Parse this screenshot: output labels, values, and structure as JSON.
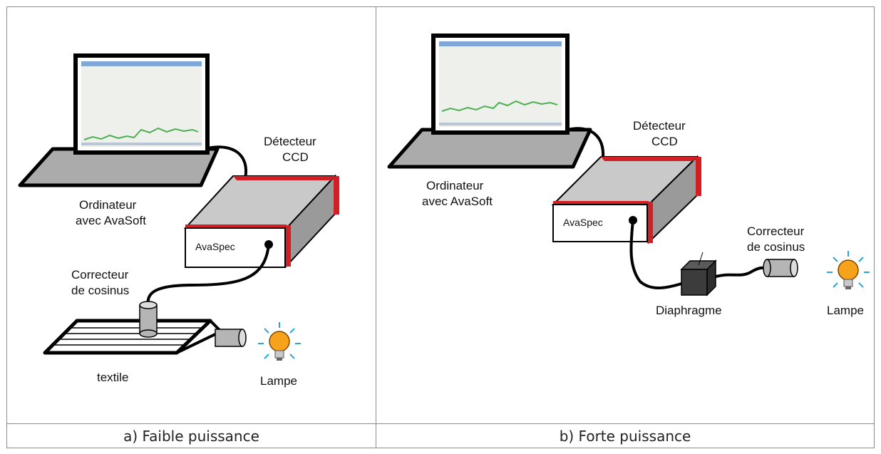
{
  "panels": {
    "a": {
      "caption": "a) Faible puissance",
      "labels": {
        "computer_line1": "Ordinateur",
        "computer_line2": "avec AvaSoft",
        "detector_line1": "Détecteur",
        "detector_line2": "CCD",
        "spectrometer": "AvaSpec",
        "corrector_line1": "Correcteur",
        "corrector_line2": "de cosinus",
        "sample": "textile",
        "lamp": "Lampe"
      }
    },
    "b": {
      "caption": "b) Forte puissance",
      "labels": {
        "computer_line1": "Ordinateur",
        "computer_line2": "avec AvaSoft",
        "detector_line1": "Détecteur",
        "detector_line2": "CCD",
        "spectrometer": "AvaSpec",
        "corrector_line1": "Correcteur",
        "corrector_line2": "de cosinus",
        "diaphragm": "Diaphragme",
        "lamp": "Lampe"
      }
    }
  },
  "colors": {
    "detector_stripe": "#d21f26",
    "signal_trace": "#4caf50",
    "bulb": "#f6a21a",
    "frame_border": "#8c8c8c"
  },
  "icons": [
    "laptop-icon",
    "spectrometer-icon",
    "cosine-corrector-icon",
    "textile-sample-icon",
    "diaphragm-icon",
    "light-bulb-icon"
  ]
}
